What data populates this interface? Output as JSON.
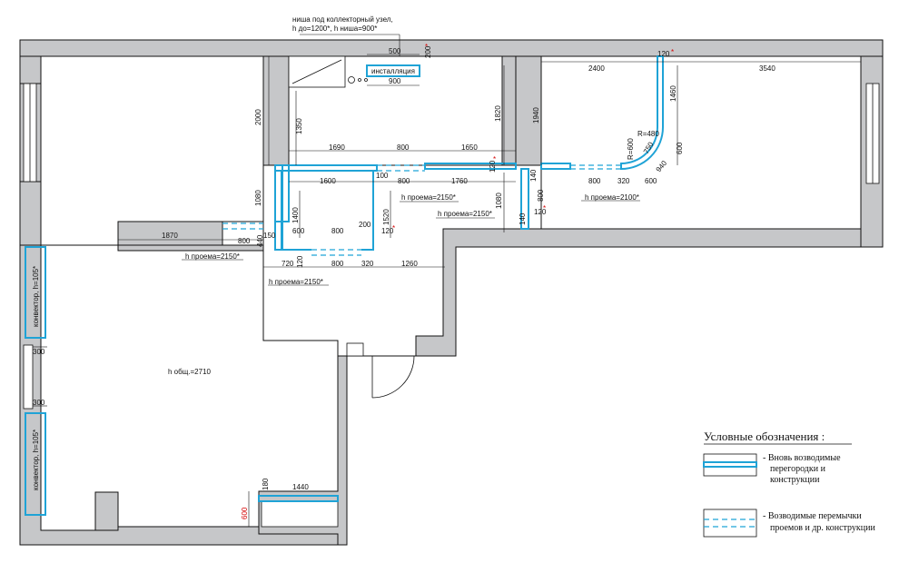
{
  "colors": {
    "wall": "#c6c7c9",
    "partition": "#1fa3d6",
    "lintel": "#1fa3d6",
    "accent_red": "#d40000"
  },
  "notes": {
    "niche_line1": "ниша под коллекторный узел,",
    "niche_line2": "h до=1200*, h ниша=900*",
    "installation": "инсталляция",
    "total_height": "h общ.=2710",
    "convector1": "конвектор, h=105*",
    "convector2": "конвектор, h=105*",
    "door_h1": "h проема=2150*",
    "door_h2": "h проема=2150*",
    "door_h3": "h проема=2150*",
    "door_h4": "h проема=2100*",
    "door_h5": "h проема=2150*",
    "radius1": "R=480",
    "radius2": "R=600"
  },
  "dims": {
    "d500": "500",
    "d200": "200",
    "d900": "900",
    "d2000": "2000",
    "d1350": "1350",
    "d1820": "1820",
    "d1940": "1940",
    "d120a": "120",
    "d2400": "2400",
    "d3540": "3540",
    "d1460": "1460",
    "d1690": "1690",
    "d800a": "800",
    "d1650": "1650",
    "d750": "750",
    "d940": "940",
    "d600a": "600",
    "d1600": "1600",
    "d100": "100",
    "d800b": "800",
    "d1760": "1760",
    "d120b": "120",
    "d800c": "800",
    "d320a": "320",
    "d600b": "600",
    "d1080a": "1080",
    "d1400": "1400",
    "d1520": "1520",
    "d1080b": "1080",
    "d140a": "140",
    "d800d": "800",
    "d120c": "120",
    "d140b": "140",
    "d600c": "600",
    "d800e": "800",
    "d200b": "200",
    "d120d": "120",
    "d1870": "1870",
    "d800f": "800",
    "d150": "150",
    "d440": "440",
    "d720": "720",
    "d120e": "120",
    "d800g": "800",
    "d320b": "320",
    "d1260": "1260",
    "d300a": "300",
    "d300b": "300",
    "d180": "180",
    "d1440": "1440",
    "d600d": "600"
  },
  "legend": {
    "title": "Условные обозначения :",
    "item1_line1": "- Вновь возводимые",
    "item1_line2": "перегородки и",
    "item1_line3": "конструкции",
    "item2_line1": "- Возводимые перемычки",
    "item2_line2": "проемов и др. конструкции"
  }
}
